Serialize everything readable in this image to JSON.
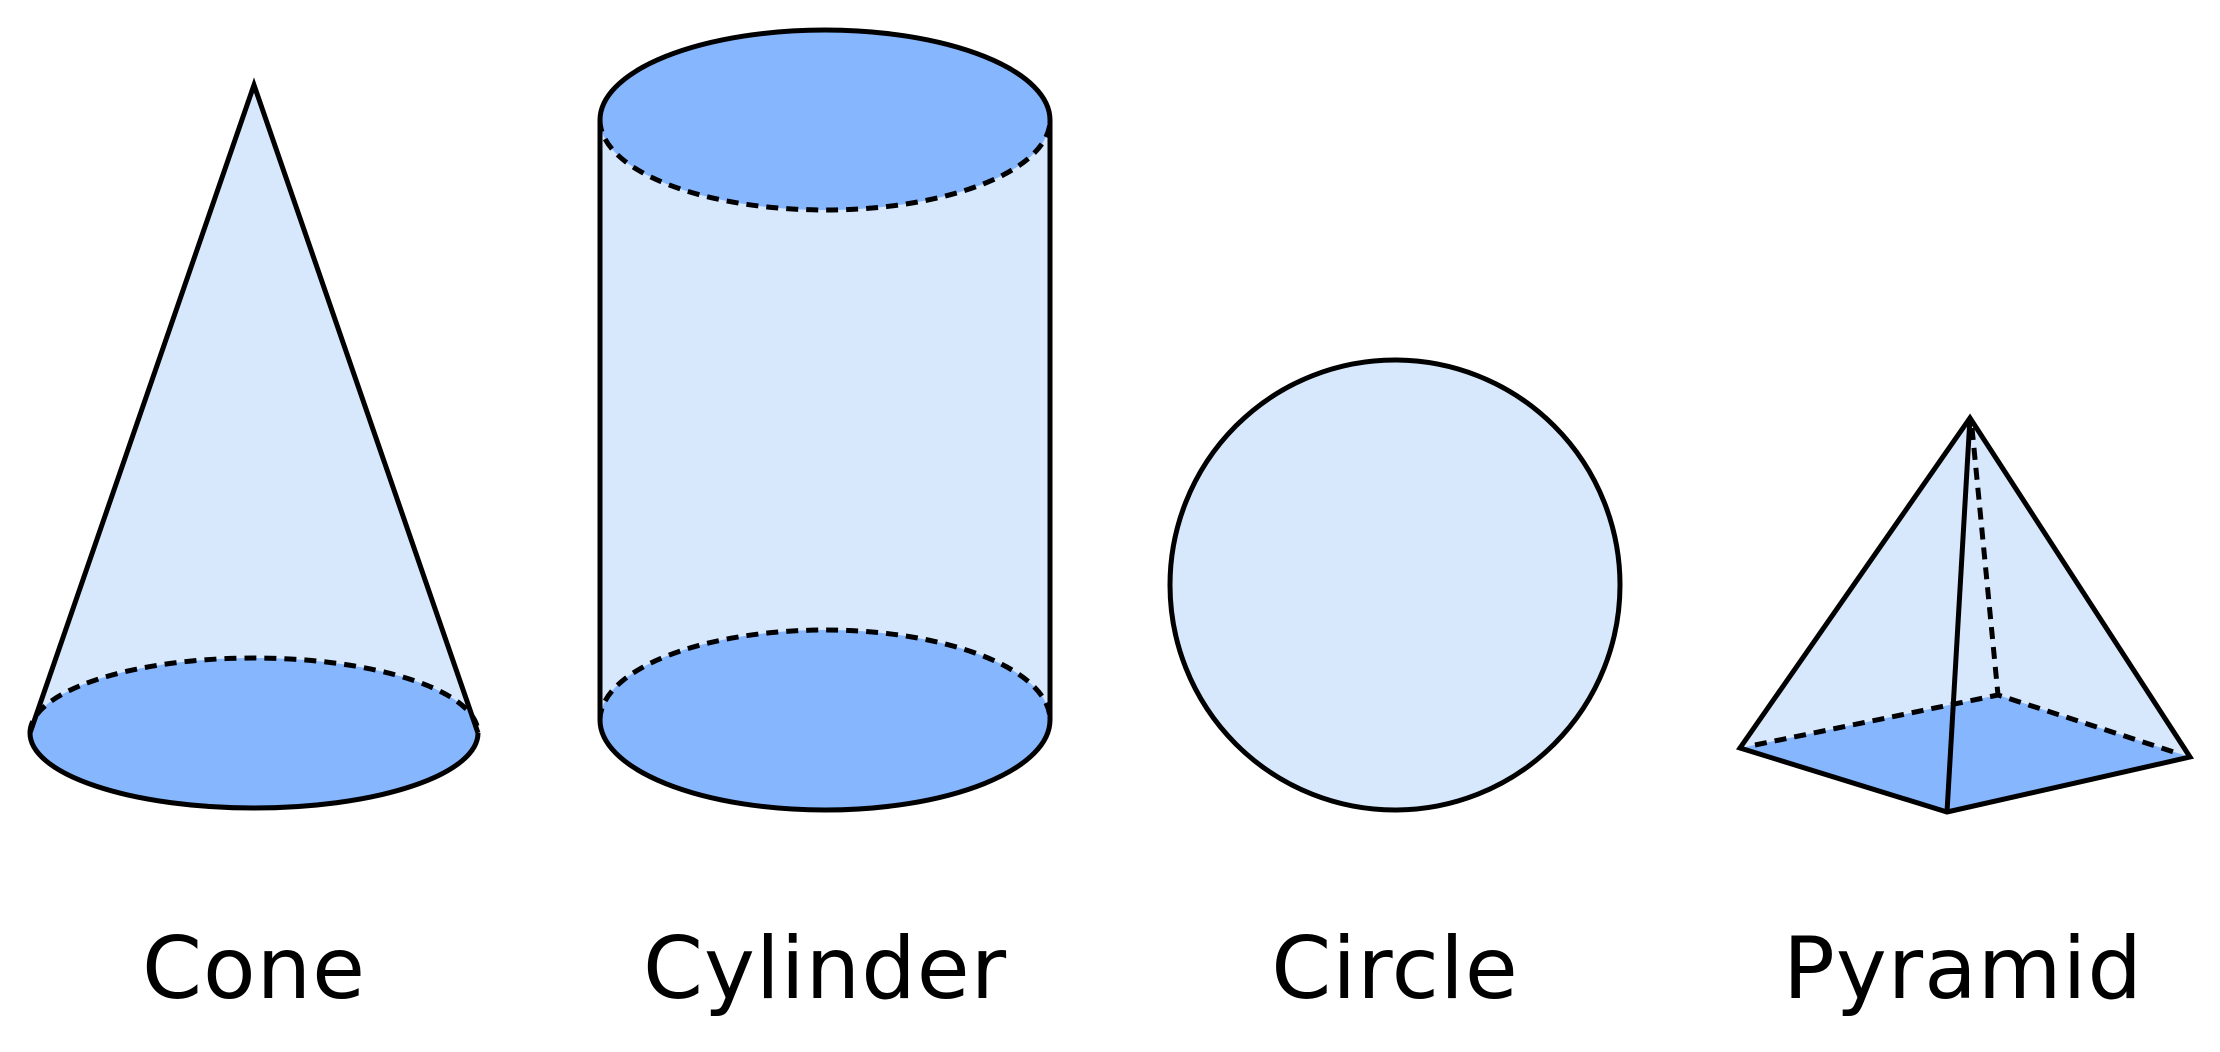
{
  "colors": {
    "light_fill": "#d7e8fd",
    "dark_fill": "#86b6fd",
    "stroke": "#000000",
    "background": "#ffffff"
  },
  "shapes": [
    {
      "id": "cone",
      "label": "Cone"
    },
    {
      "id": "cylinder",
      "label": "Cylinder"
    },
    {
      "id": "circle",
      "label": "Circle"
    },
    {
      "id": "pyramid",
      "label": "Pyramid"
    }
  ]
}
